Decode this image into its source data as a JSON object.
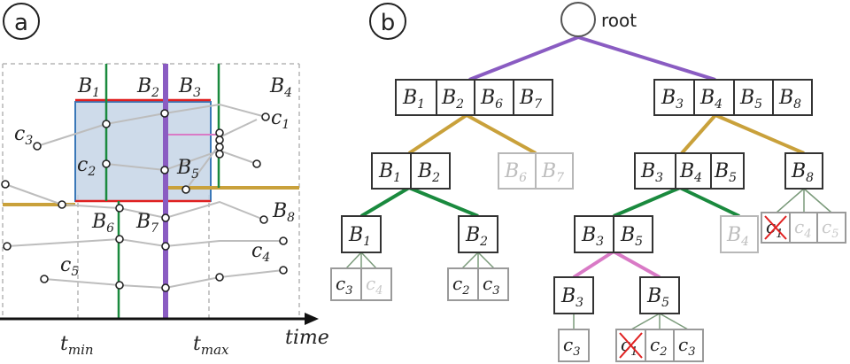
{
  "panel_a": {
    "badge": "a",
    "boxes": {
      "b1": "B",
      "b1_sub": "1",
      "b2": "B",
      "b2_sub": "2",
      "b3": "B",
      "b3_sub": "3",
      "b4": "B",
      "b4_sub": "4",
      "b5": "B",
      "b5_sub": "5",
      "b6": "B",
      "b6_sub": "6",
      "b7": "B",
      "b7_sub": "7",
      "b8": "B",
      "b8_sub": "8"
    },
    "curves": {
      "c1": "c",
      "c1_sub": "1",
      "c2": "c",
      "c2_sub": "2",
      "c3": "c",
      "c3_sub": "3",
      "c4": "c",
      "c4_sub": "4",
      "c5": "c",
      "c5_sub": "5"
    },
    "axis": {
      "time": "time",
      "tmin": "t",
      "tmin_sub": "min",
      "tmax": "t",
      "tmax_sub": "max"
    },
    "colors": {
      "yellow": "#c9a13b",
      "green": "#1a8a3e",
      "purple": "#8a5cc2",
      "pink": "#d97ac6",
      "red": "#e02020",
      "query_fill": "#c5d5e6",
      "query_stroke": "#3a78b8"
    }
  },
  "panel_b": {
    "badge": "b",
    "root": "root",
    "level1_left": [
      "B1",
      "B2",
      "B6",
      "B7"
    ],
    "level1_right": [
      "B3",
      "B4",
      "B5",
      "B8"
    ],
    "level2": [
      "B1 B2",
      "B6 B7",
      "B3 B4 B5",
      "B8"
    ],
    "level3": [
      "B1",
      "B2",
      "B3 B5",
      "B4"
    ],
    "level4": [
      "B3",
      "B5"
    ],
    "leaves": [
      "c3 c4",
      "c2 c3",
      "c1 c4 c5",
      "c3",
      "c1 c2 c3"
    ]
  }
}
